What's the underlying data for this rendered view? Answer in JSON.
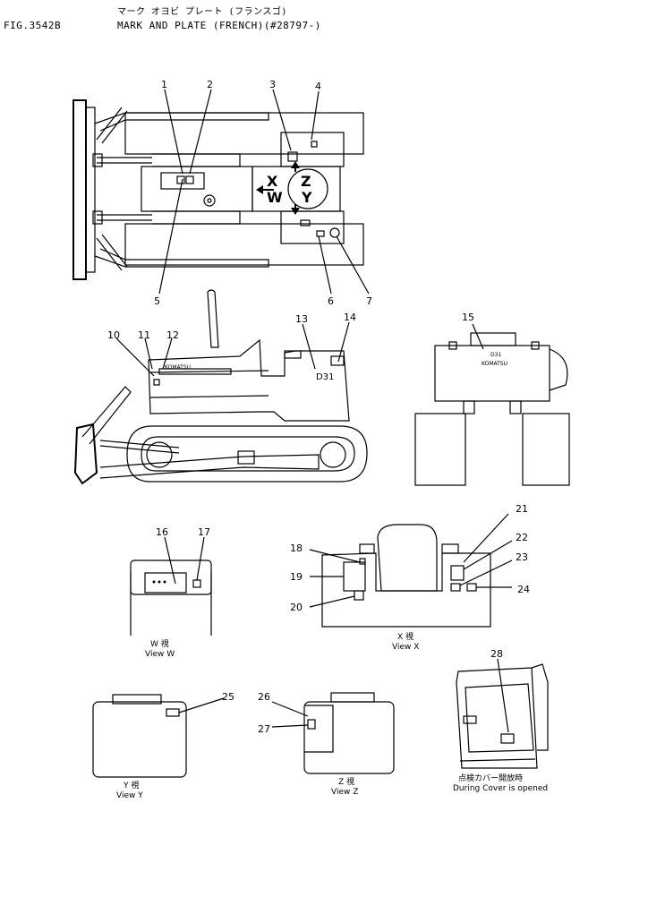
{
  "header": {
    "fig_code": "FIG.3542B",
    "title_jp": "マーク オヨビ プレート (フランスゴ)",
    "title_en": "MARK AND PLATE (FRENCH)(#28797-)"
  },
  "part_numbers": [
    "1",
    "2",
    "3",
    "4",
    "5",
    "6",
    "7",
    "10",
    "11",
    "12",
    "13",
    "14",
    "15",
    "16",
    "17",
    "18",
    "19",
    "20",
    "21",
    "22",
    "23",
    "24",
    "25",
    "26",
    "27",
    "28"
  ],
  "view_arrows": [
    "X",
    "W",
    "Z",
    "Y"
  ],
  "machine_text": {
    "model": "D31",
    "brand": "KOMATSU"
  },
  "views": {
    "w": {
      "jp": "W 視",
      "en": "View  W"
    },
    "x": {
      "jp": "X 視",
      "en": "View  X"
    },
    "y": {
      "jp": "Y 視",
      "en": "View  Y"
    },
    "z": {
      "jp": "Z 視",
      "en": "View  Z"
    },
    "cover": {
      "jp": "点検カバー開放時",
      "en": "During Cover is opened"
    }
  }
}
